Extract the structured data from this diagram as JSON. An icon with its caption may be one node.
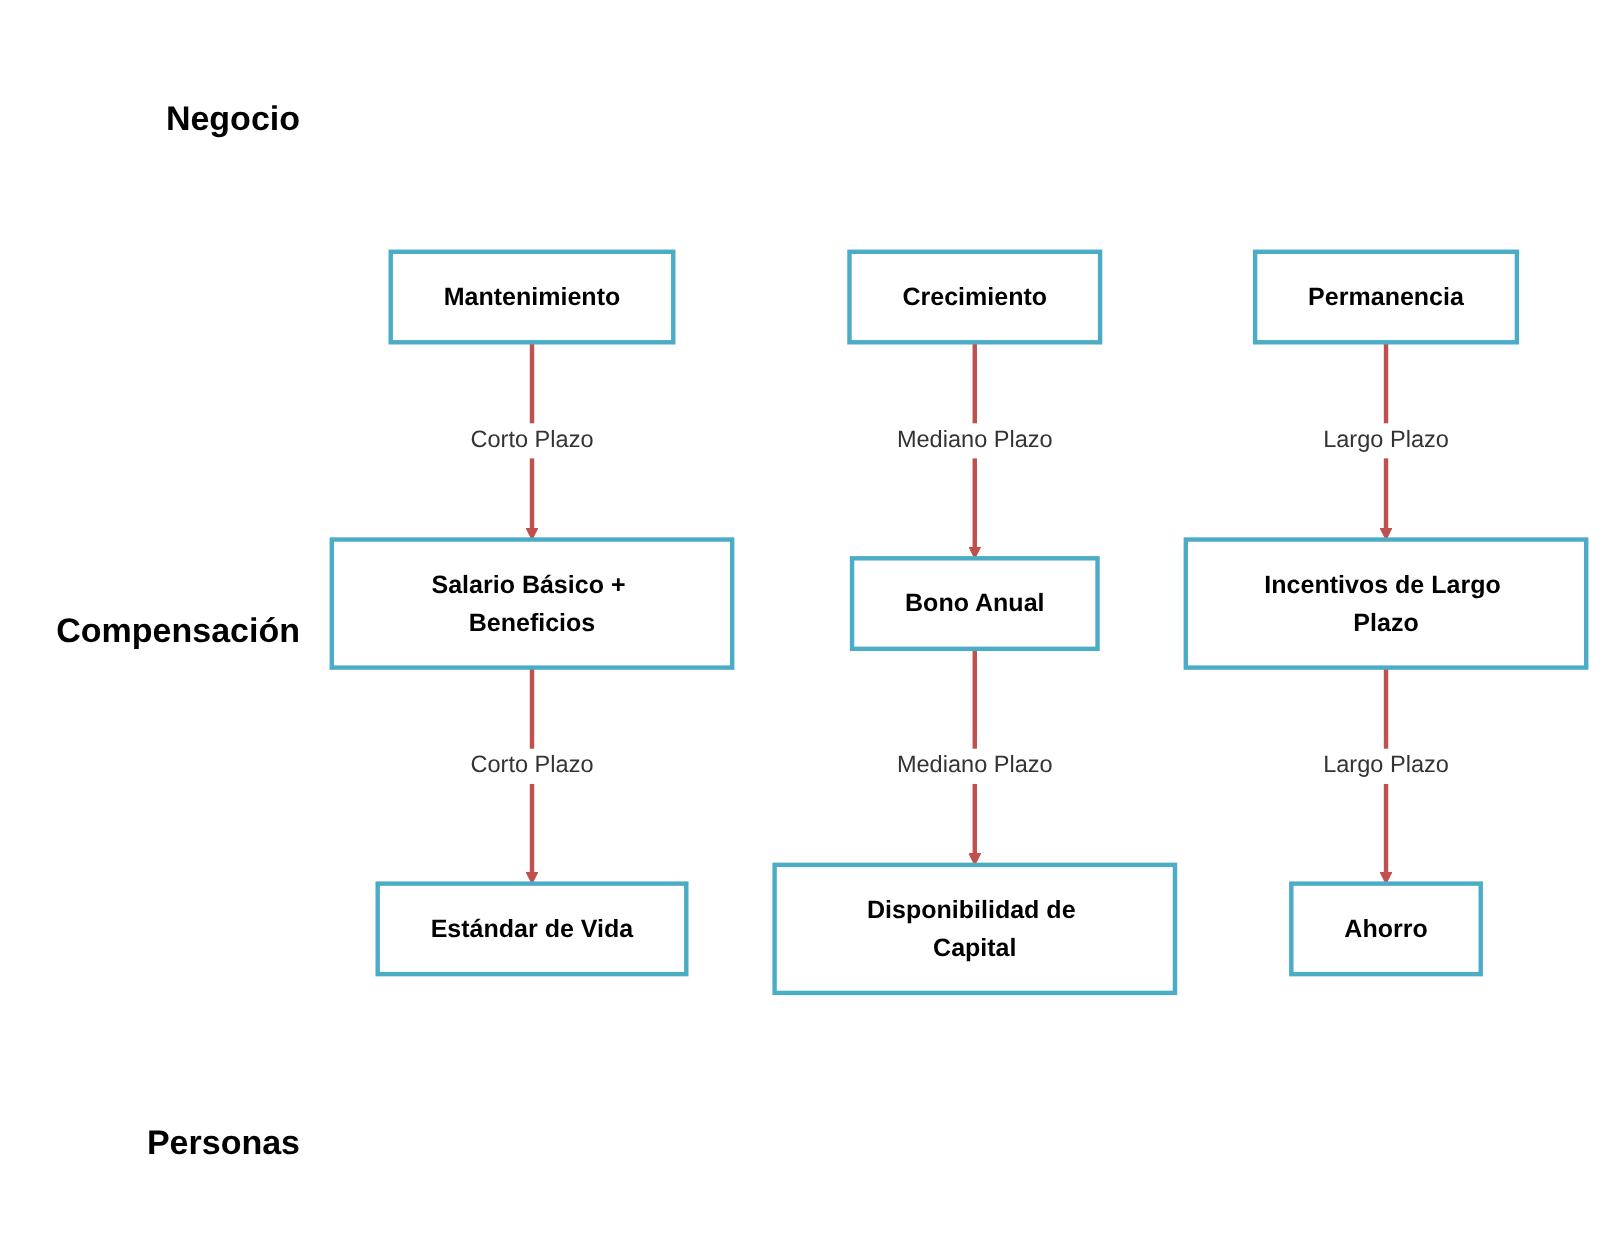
{
  "diagram": {
    "nodes": [
      {
        "text": [
          "Mantenimiento"
        ]
      },
      {
        "text": [
          "Crecimiento"
        ]
      },
      {
        "text": [
          "Permanencia"
        ]
      },
      {
        "text": [
          "Salario Básico + Beneficios"
        ]
      },
      {
        "text": [
          "Bono Anual"
        ]
      },
      {
        "text": [
          "Incentivos de Largo Plazo"
        ]
      },
      {
        "text": [
          "Estándar de Vida"
        ]
      },
      {
        "text": [
          "Disponibilidad de Capital"
        ]
      },
      {
        "text": [
          "Ahorro"
        ]
      }
    ],
    "edges": [
      {
        "from": 0,
        "to": 3,
        "arrow": "to",
        "label": "Corto Plazo"
      },
      {
        "from": 1,
        "to": 4,
        "arrow": "to",
        "label": "Mediano Plazo"
      },
      {
        "from": 2,
        "to": 5,
        "arrow": "to",
        "label": "Largo Plazo"
      },
      {
        "from": 3,
        "to": 6,
        "arrow": "to",
        "label": "Corto Plazo"
      },
      {
        "from": 4,
        "to": 7,
        "arrow": "to",
        "label": "Mediano Plazo"
      },
      {
        "from": 5,
        "to": 8,
        "arrow": "to",
        "label": "Largo Plazo"
      }
    ],
    "labels": [
      "Negocio",
      "Compensación",
      "Personas"
    ]
  }
}
